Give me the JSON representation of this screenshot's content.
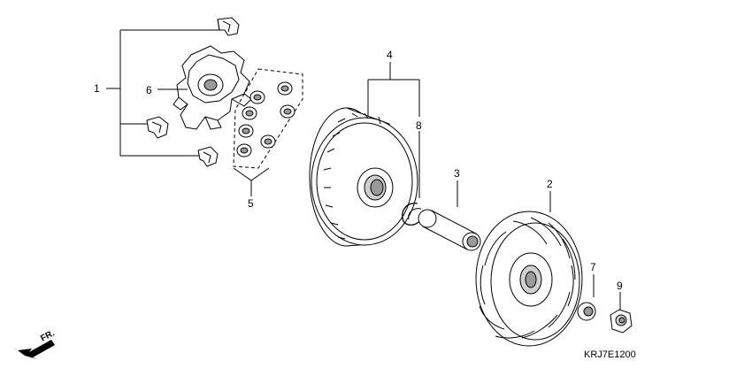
{
  "diagram": {
    "part_callouts": [
      "1",
      "2",
      "3",
      "4",
      "5",
      "6",
      "7",
      "8",
      "9"
    ],
    "diagram_code": "KRJ7E1200",
    "front_marker": "FR."
  },
  "colors": {
    "ink": "#000000",
    "paper": "#ffffff",
    "shade": "#9a9a9a",
    "light_shade": "#d0d0d0"
  }
}
